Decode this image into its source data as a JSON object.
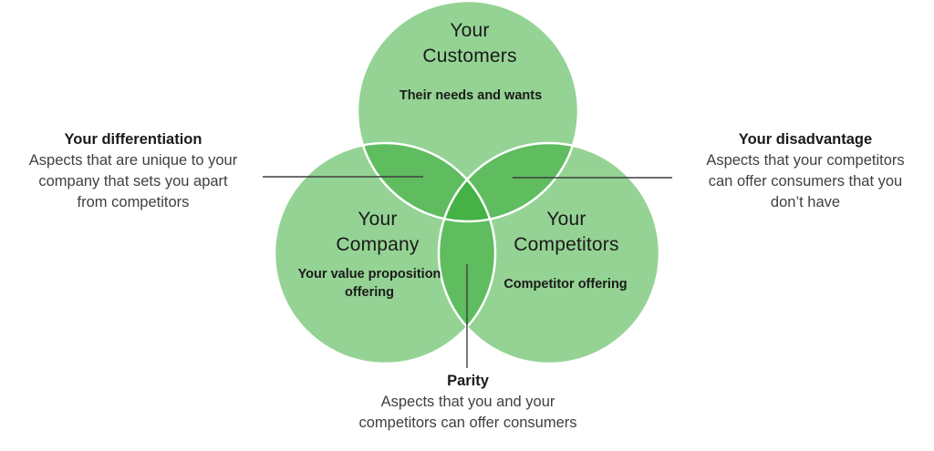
{
  "venn": {
    "circles": [
      {
        "id": "customers",
        "title_lines": [
          "Your",
          "Customers"
        ],
        "subtitle_lines": [
          "Their needs and wants"
        ]
      },
      {
        "id": "company",
        "title_lines": [
          "Your",
          "Company"
        ],
        "subtitle_lines": [
          "Your value proposition",
          "offering"
        ]
      },
      {
        "id": "competitors",
        "title_lines": [
          "Your",
          "Competitors"
        ],
        "subtitle_lines": [
          "Competitor offering"
        ]
      }
    ]
  },
  "annotations": {
    "left": {
      "heading": "Your differentiation",
      "lines": [
        "Aspects that are unique to your",
        "company that sets you apart",
        "from competitors"
      ]
    },
    "right": {
      "heading": "Your disadvantage",
      "lines": [
        "Aspects that your competitors",
        "can offer consumers that you",
        "don’t have"
      ]
    },
    "bottom": {
      "heading": "Parity",
      "lines": [
        "Aspects that you and your",
        "competitors can offer consumers"
      ]
    }
  },
  "colors": {
    "circle_fill": "#2aa82a",
    "circle_outline": "#ffffff",
    "leader_line": "#3f3f3f",
    "heading_text": "#1a1a1a",
    "body_text": "#404040",
    "background": "#ffffff"
  }
}
